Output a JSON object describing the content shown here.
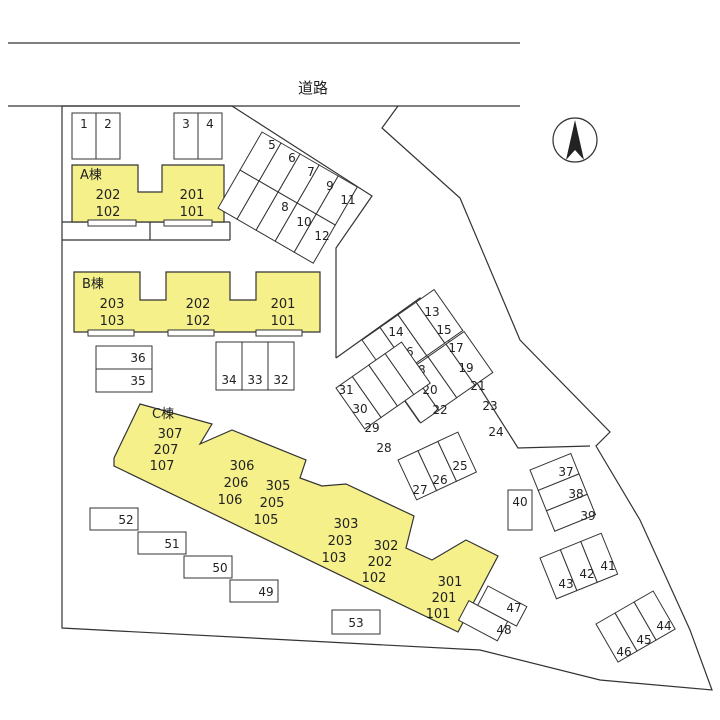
{
  "colors": {
    "building_fill": "#f5f08a",
    "line": "#333333"
  },
  "road_label": "道路",
  "compass": {
    "icon": "north-arrow-icon"
  },
  "buildings": {
    "A": {
      "name": "A棟",
      "units": [
        "202",
        "102",
        "201",
        "101"
      ]
    },
    "B": {
      "name": "B棟",
      "units": [
        "203",
        "103",
        "202",
        "102",
        "201",
        "101"
      ]
    },
    "C": {
      "name": "C棟",
      "units": [
        "307",
        "207",
        "107",
        "306",
        "206",
        "106",
        "305",
        "205",
        "105",
        "303",
        "203",
        "103",
        "302",
        "202",
        "102",
        "301",
        "201",
        "101"
      ]
    }
  },
  "parking": [
    "1",
    "2",
    "3",
    "4",
    "5",
    "6",
    "7",
    "8",
    "9",
    "10",
    "11",
    "12",
    "13",
    "14",
    "15",
    "16",
    "17",
    "18",
    "19",
    "20",
    "21",
    "22",
    "23",
    "24",
    "25",
    "26",
    "27",
    "28",
    "29",
    "30",
    "31",
    "32",
    "33",
    "34",
    "35",
    "36",
    "37",
    "38",
    "39",
    "40",
    "41",
    "42",
    "43",
    "44",
    "45",
    "46",
    "47",
    "48",
    "49",
    "50",
    "51",
    "52",
    "53"
  ]
}
